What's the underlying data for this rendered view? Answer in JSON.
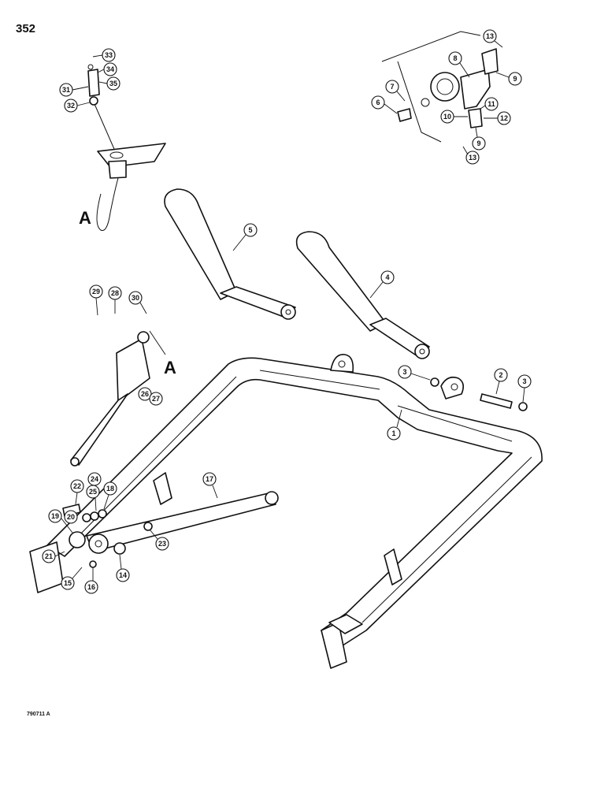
{
  "page_number": "352",
  "figure_code": "790711 A",
  "reference_labels": [
    "A",
    "A"
  ],
  "callouts": [
    "33",
    "34",
    "35",
    "31",
    "32",
    "13",
    "8",
    "9",
    "7",
    "6",
    "10",
    "11",
    "12",
    "9",
    "13",
    "5",
    "4",
    "29",
    "28",
    "30",
    "3",
    "2",
    "3",
    "26",
    "27",
    "1",
    "17",
    "22",
    "24",
    "25",
    "18",
    "19",
    "20",
    "23",
    "21",
    "15",
    "16",
    "14"
  ]
}
